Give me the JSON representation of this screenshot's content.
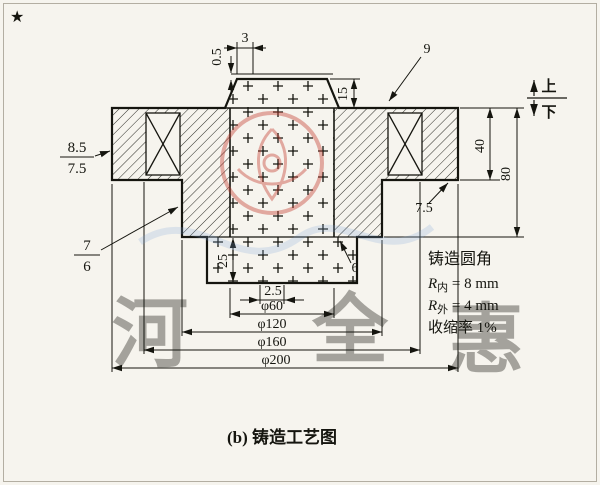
{
  "caption": "(b) 铸造工艺图",
  "corner_mark": "★",
  "orientation": {
    "up": "上",
    "down": "下"
  },
  "dimensions": {
    "top_clearance": "0.5",
    "top_side_gap": "3",
    "top_print_height": "15",
    "top_allowance": "9",
    "flange_left_allowance_top": "8.5",
    "flange_left_allowance_bottom": "7.5",
    "hub_left_allowance_top": "7",
    "hub_left_allowance_bottom": "6",
    "flange_right_bottom_allowance": "7.5",
    "hub_bottom_allowance": "6",
    "flange_thickness": "40",
    "hub_height": "80",
    "bottom_print_height": "25",
    "bottom_print_gap": "2.5",
    "dia_hole": "φ60",
    "dia_hub": "φ120",
    "dia_bolt_circle": "φ160",
    "dia_flange": "φ200"
  },
  "notes": {
    "title": "铸造圆角",
    "r_symbol": "R",
    "inner_sub": "内",
    "inner_value": " = 8 mm",
    "outer_sub": "外",
    "outer_value": " = 4 mm",
    "shrinkage": "收缩率 1%"
  },
  "watermark": {
    "char1": "河",
    "char2": "全",
    "char3": "惠"
  }
}
